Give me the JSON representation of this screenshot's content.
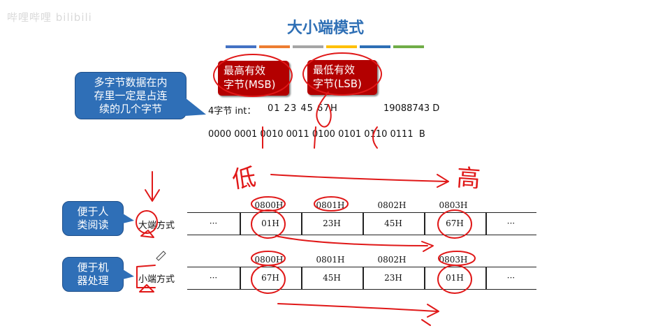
{
  "watermark": "哔哩哔哩 bilibili",
  "title": "大小端模式",
  "title_bars": [
    "#4472c4",
    "#ed7d31",
    "#a5a5a5",
    "#ffc000",
    "#5b9bd5",
    "#70ad47"
  ],
  "callouts": {
    "multibyte": [
      "多字节数据在内",
      "存里一定是占连",
      "续的几个字节"
    ],
    "human": [
      "便于人",
      "类阅读"
    ],
    "machine": [
      "便于机",
      "器处理"
    ]
  },
  "msb": [
    "最高有效",
    "字节(MSB)"
  ],
  "lsb": [
    "最低有效",
    "字节(LSB)"
  ],
  "int_line": {
    "prefix": "4字节 int：",
    "hex": "01 23 45 67",
    "hex_suffix": "H",
    "dec": "19088743 D"
  },
  "binary_line": "0000 0001 0010 0011 0100 0101 0110 0111  B",
  "handwriting": {
    "low": "低",
    "high": "高"
  },
  "big_endian": {
    "label": "大端方式",
    "addresses": [
      "0800H",
      "0801H",
      "0802H",
      "0803H"
    ],
    "cells": [
      "···",
      "01H",
      "23H",
      "45H",
      "67H",
      "···"
    ]
  },
  "little_endian": {
    "label": "小端方式",
    "addresses": [
      "0800H",
      "0801H",
      "0802H",
      "0803H"
    ],
    "cells": [
      "···",
      "67H",
      "45H",
      "23H",
      "01H",
      "···"
    ]
  }
}
